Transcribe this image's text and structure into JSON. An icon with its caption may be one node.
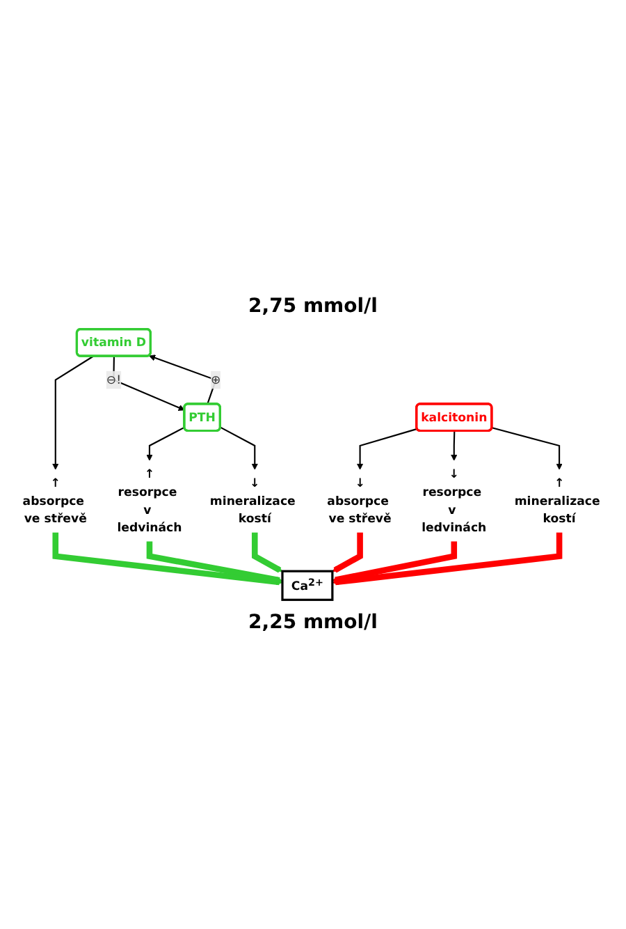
{
  "diagram": {
    "nodes": [
      {
        "text": [
          "vitamin D"
        ]
      },
      {
        "text": [
          "PTH"
        ]
      },
      {
        "text": [
          "↑",
          "absorpce ve střevě"
        ]
      },
      {
        "text": [
          "↑",
          "resorpce v ledvinách"
        ]
      },
      {
        "text": [
          "↓",
          "mineralizace kostí"
        ]
      },
      {
        "text": [
          "Ca$^{2+}$"
        ]
      },
      {
        "text": [
          "↓",
          "absorpce ve střevě"
        ]
      },
      {
        "text": [
          "↓",
          "resorpce v ledvinách"
        ]
      },
      {
        "text": [
          "↑",
          "mineralizace kostí"
        ]
      },
      {
        "text": [
          "kalcitonin"
        ]
      }
    ],
    "edges": [
      {
        "from": 1,
        "to": 0,
        "arrow": "to",
        "label": "⊕"
      },
      {
        "from": 0,
        "to": 1,
        "arrow": "to",
        "label": "⊖!"
      },
      {
        "from": 0,
        "to": 2,
        "arrow": "to"
      },
      {
        "from": 1,
        "to": 3,
        "arrow": "to"
      },
      {
        "from": 1,
        "to": 4,
        "arrow": "to"
      },
      {
        "from": 2,
        "to": 5,
        "arrow": "to",
        "style": "thick",
        "color": "#33cc33"
      },
      {
        "from": 3,
        "to": 5,
        "arrow": "to",
        "style": "thick",
        "color": "#33cc33"
      },
      {
        "from": 4,
        "to": 5,
        "arrow": "to",
        "style": "thick",
        "color": "#33cc33"
      },
      {
        "from": 6,
        "to": 5,
        "arrow": "to",
        "style": "thick",
        "color": "#ff0000"
      },
      {
        "from": 7,
        "to": 5,
        "arrow": "to",
        "style": "thick",
        "color": "#ff0000"
      },
      {
        "from": 8,
        "to": 5,
        "arrow": "to",
        "style": "thick",
        "color": "#ff0000"
      },
      {
        "from": 9,
        "to": 6,
        "arrow": "to"
      },
      {
        "from": 9,
        "to": 7,
        "arrow": "to"
      },
      {
        "from": 9,
        "to": 8,
        "arrow": "to"
      }
    ],
    "labels": [
      "2,75 mmol/l",
      "2,25 mmol/l"
    ]
  }
}
